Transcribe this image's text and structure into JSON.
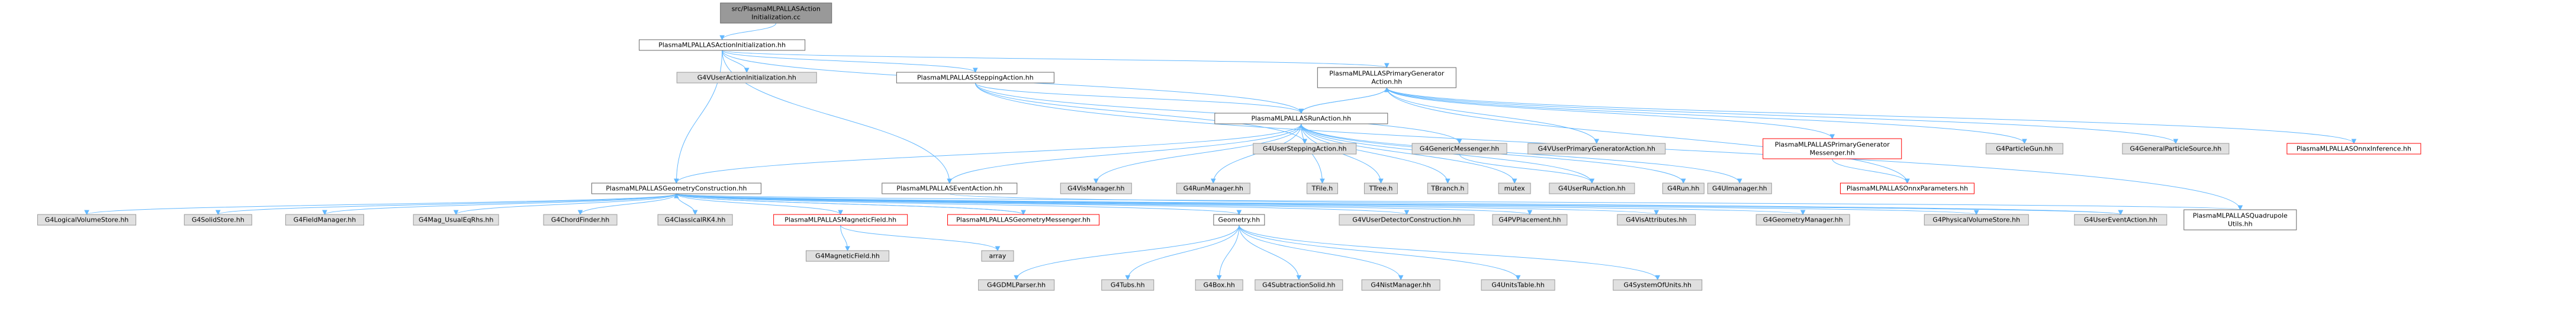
{
  "colors": {
    "edge": "#63b8ff",
    "root_fill": "#999999",
    "root_border": "#666666",
    "node_fill": "#ffffff",
    "node_border": "#666666",
    "external_fill": "#e0e0e0",
    "external_border": "#999999",
    "red_border": "#ff0000",
    "text": "#000000"
  },
  "nodes": [
    {
      "id": "root",
      "kind": "root",
      "lines": [
        "src/PlasmaMLPALLASAction",
        "Initialization.cc"
      ]
    },
    {
      "id": "act_init",
      "kind": "file",
      "lines": [
        "PlasmaMLPALLASActionInitialization.hh"
      ]
    },
    {
      "id": "g4user_act_init",
      "kind": "external",
      "lines": [
        "G4VUserActionInitialization.hh"
      ]
    },
    {
      "id": "stepping",
      "kind": "file",
      "lines": [
        "PlasmaMLPALLASSteppingAction.hh"
      ]
    },
    {
      "id": "primgen",
      "kind": "file",
      "lines": [
        "PlasmaMLPALLASPrimaryGenerator",
        "Action.hh"
      ]
    },
    {
      "id": "runaction",
      "kind": "file",
      "lines": [
        "PlasmaMLPALLASRunAction.hh"
      ]
    },
    {
      "id": "g4userstep",
      "kind": "external",
      "lines": [
        "G4UserSteppingAction.hh"
      ]
    },
    {
      "id": "g4genmsg",
      "kind": "external",
      "lines": [
        "G4GenericMessenger.hh"
      ]
    },
    {
      "id": "g4vuserprim",
      "kind": "external",
      "lines": [
        "G4VUserPrimaryGeneratorAction.hh"
      ]
    },
    {
      "id": "primgenmsg",
      "kind": "red",
      "lines": [
        "PlasmaMLPALLASPrimaryGenerator",
        "Messenger.hh"
      ]
    },
    {
      "id": "g4particlegun",
      "kind": "external",
      "lines": [
        "G4ParticleGun.hh"
      ]
    },
    {
      "id": "g4gps",
      "kind": "external",
      "lines": [
        "G4GeneralParticleSource.hh"
      ]
    },
    {
      "id": "onnxinf",
      "kind": "red",
      "lines": [
        "PlasmaMLPALLASOnnxInference.hh"
      ]
    },
    {
      "id": "onnxparams",
      "kind": "red",
      "lines": [
        "PlasmaMLPALLASOnnxParameters.hh"
      ]
    },
    {
      "id": "geomcons",
      "kind": "file",
      "lines": [
        "PlasmaMLPALLASGeometryConstruction.hh"
      ]
    },
    {
      "id": "eventaction",
      "kind": "file",
      "lines": [
        "PlasmaMLPALLASEventAction.hh"
      ]
    },
    {
      "id": "g4vismgr",
      "kind": "external",
      "lines": [
        "G4VisManager.hh"
      ]
    },
    {
      "id": "g4runmgr",
      "kind": "external",
      "lines": [
        "G4RunManager.hh"
      ]
    },
    {
      "id": "tfile",
      "kind": "external",
      "lines": [
        "TFile.h"
      ]
    },
    {
      "id": "ttree",
      "kind": "external",
      "lines": [
        "TTree.h"
      ]
    },
    {
      "id": "tbranch",
      "kind": "external",
      "lines": [
        "TBranch.h"
      ]
    },
    {
      "id": "mutex",
      "kind": "external",
      "lines": [
        "mutex"
      ]
    },
    {
      "id": "g4userrun",
      "kind": "external",
      "lines": [
        "G4UserRunAction.hh"
      ]
    },
    {
      "id": "g4run",
      "kind": "external",
      "lines": [
        "G4Run.hh"
      ]
    },
    {
      "id": "g4uimgr",
      "kind": "external",
      "lines": [
        "G4UImanager.hh"
      ]
    },
    {
      "id": "g4logvol",
      "kind": "external",
      "lines": [
        "G4LogicalVolumeStore.hh"
      ]
    },
    {
      "id": "g4solidstore",
      "kind": "external",
      "lines": [
        "G4SolidStore.hh"
      ]
    },
    {
      "id": "g4fieldmgr",
      "kind": "external",
      "lines": [
        "G4FieldManager.hh"
      ]
    },
    {
      "id": "g4maguseq",
      "kind": "external",
      "lines": [
        "G4Mag_UsualEqRhs.hh"
      ]
    },
    {
      "id": "g4chord",
      "kind": "external",
      "lines": [
        "G4ChordFinder.hh"
      ]
    },
    {
      "id": "g4classrk4",
      "kind": "external",
      "lines": [
        "G4ClassicalRK4.hh"
      ]
    },
    {
      "id": "magfield",
      "kind": "red",
      "lines": [
        "PlasmaMLPALLASMagneticField.hh"
      ]
    },
    {
      "id": "geommsg",
      "kind": "red",
      "lines": [
        "PlasmaMLPALLASGeometryMessenger.hh"
      ]
    },
    {
      "id": "geometry",
      "kind": "file",
      "lines": [
        "Geometry.hh"
      ]
    },
    {
      "id": "g4vuserdet",
      "kind": "external",
      "lines": [
        "G4VUserDetectorConstruction.hh"
      ]
    },
    {
      "id": "g4pvplace",
      "kind": "external",
      "lines": [
        "G4PVPlacement.hh"
      ]
    },
    {
      "id": "g4visattr",
      "kind": "external",
      "lines": [
        "G4VisAttributes.hh"
      ]
    },
    {
      "id": "g4geommgr",
      "kind": "external",
      "lines": [
        "G4GeometryManager.hh"
      ]
    },
    {
      "id": "g4physvol",
      "kind": "external",
      "lines": [
        "G4PhysicalVolumeStore.hh"
      ]
    },
    {
      "id": "g4userevent",
      "kind": "external",
      "lines": [
        "G4UserEventAction.hh"
      ]
    },
    {
      "id": "quadutils",
      "kind": "file",
      "lines": [
        "PlasmaMLPALLASQuadrupole",
        "Utils.hh"
      ]
    },
    {
      "id": "g4magfield",
      "kind": "external",
      "lines": [
        "G4MagneticField.hh"
      ]
    },
    {
      "id": "array",
      "kind": "external",
      "lines": [
        "array"
      ]
    },
    {
      "id": "g4gdml",
      "kind": "external",
      "lines": [
        "G4GDMLParser.hh"
      ]
    },
    {
      "id": "g4tubs",
      "kind": "external",
      "lines": [
        "G4Tubs.hh"
      ]
    },
    {
      "id": "g4box",
      "kind": "external",
      "lines": [
        "G4Box.hh"
      ]
    },
    {
      "id": "g4subsolid",
      "kind": "external",
      "lines": [
        "G4SubtractionSolid.hh"
      ]
    },
    {
      "id": "g4nistmgr",
      "kind": "external",
      "lines": [
        "G4NistManager.hh"
      ]
    },
    {
      "id": "g4unitstable",
      "kind": "external",
      "lines": [
        "G4UnitsTable.hh"
      ]
    },
    {
      "id": "g4sysunits",
      "kind": "external",
      "lines": [
        "G4SystemOfUnits.hh"
      ]
    }
  ],
  "edges": [
    [
      "root",
      "act_init"
    ],
    [
      "act_init",
      "g4user_act_init"
    ],
    [
      "act_init",
      "stepping"
    ],
    [
      "act_init",
      "primgen"
    ],
    [
      "act_init",
      "runaction"
    ],
    [
      "act_init",
      "geomcons"
    ],
    [
      "act_init",
      "eventaction"
    ],
    [
      "stepping",
      "g4userstep"
    ],
    [
      "stepping",
      "g4genmsg"
    ],
    [
      "stepping",
      "runaction"
    ],
    [
      "stepping",
      "quadutils"
    ],
    [
      "primgen",
      "g4vuserprim"
    ],
    [
      "primgen",
      "primgenmsg"
    ],
    [
      "primgen",
      "g4particlegun"
    ],
    [
      "primgen",
      "g4gps"
    ],
    [
      "primgen",
      "onnxinf"
    ],
    [
      "primgen",
      "onnxparams"
    ],
    [
      "primgen",
      "runaction"
    ],
    [
      "primgenmsg",
      "onnxparams"
    ],
    [
      "runaction",
      "primgen"
    ],
    [
      "runaction",
      "geomcons"
    ],
    [
      "runaction",
      "eventaction"
    ],
    [
      "runaction",
      "g4vismgr"
    ],
    [
      "runaction",
      "g4runmgr"
    ],
    [
      "runaction",
      "tfile"
    ],
    [
      "runaction",
      "ttree"
    ],
    [
      "runaction",
      "tbranch"
    ],
    [
      "runaction",
      "mutex"
    ],
    [
      "runaction",
      "g4userrun"
    ],
    [
      "runaction",
      "g4run"
    ],
    [
      "runaction",
      "g4uimgr"
    ],
    [
      "g4genmsg",
      "g4userrun"
    ],
    [
      "geomcons",
      "g4logvol"
    ],
    [
      "geomcons",
      "g4solidstore"
    ],
    [
      "geomcons",
      "g4fieldmgr"
    ],
    [
      "geomcons",
      "g4maguseq"
    ],
    [
      "geomcons",
      "g4chord"
    ],
    [
      "geomcons",
      "g4classrk4"
    ],
    [
      "geomcons",
      "magfield"
    ],
    [
      "geomcons",
      "geommsg"
    ],
    [
      "geomcons",
      "geometry"
    ],
    [
      "geomcons",
      "g4vuserdet"
    ],
    [
      "geomcons",
      "g4pvplace"
    ],
    [
      "geomcons",
      "g4visattr"
    ],
    [
      "geomcons",
      "g4geommgr"
    ],
    [
      "geomcons",
      "g4physvol"
    ],
    [
      "geomcons",
      "g4userevent"
    ],
    [
      "geomcons",
      "quadutils"
    ],
    [
      "geommsg",
      "geomcons"
    ],
    [
      "magfield",
      "g4magfield"
    ],
    [
      "magfield",
      "array"
    ],
    [
      "geometry",
      "g4gdml"
    ],
    [
      "geometry",
      "g4tubs"
    ],
    [
      "geometry",
      "g4box"
    ],
    [
      "geometry",
      "g4subsolid"
    ],
    [
      "geometry",
      "g4nistmgr"
    ],
    [
      "geometry",
      "g4unitstable"
    ],
    [
      "geometry",
      "g4sysunits"
    ],
    [
      "eventaction",
      "g4userevent"
    ]
  ]
}
